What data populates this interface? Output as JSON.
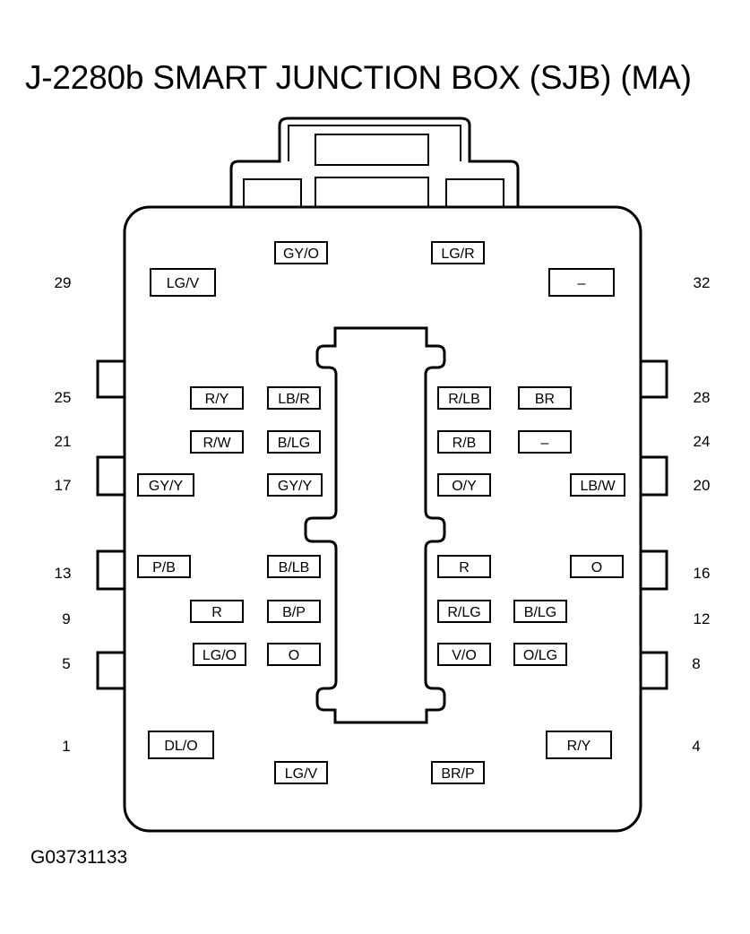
{
  "title": "J-2280b SMART JUNCTION BOX (SJB) (MA)",
  "figure_id": "G03731133",
  "pin_numbers": {
    "p29": "29",
    "p32": "32",
    "p25": "25",
    "p28": "28",
    "p21": "21",
    "p24": "24",
    "p17": "17",
    "p20": "20",
    "p13": "13",
    "p16": "16",
    "p9": "9",
    "p12": "12",
    "p5": "5",
    "p8": "8",
    "p1": "1",
    "p4": "4"
  },
  "wires": {
    "top_gyo": "GY/O",
    "top_lgr": "LG/R",
    "r29_lgv": "LG/V",
    "r32_dash": "–",
    "r25_ry": "R/Y",
    "r25_lbr": "LB/R",
    "r28_rlb": "R/LB",
    "r28_br": "BR",
    "r21_rw": "R/W",
    "r21_blg": "B/LG",
    "r24_rb": "R/B",
    "r24_dash": "–",
    "r17_gyy": "GY/Y",
    "r17_gyy2": "GY/Y",
    "r20_oy": "O/Y",
    "r20_lbw": "LB/W",
    "r13_pb": "P/B",
    "r13_blb": "B/LB",
    "r16_r": "R",
    "r16_o": "O",
    "r9_r": "R",
    "r9_bp": "B/P",
    "r12_rlg": "R/LG",
    "r12_blg": "B/LG",
    "r5_lgo": "LG/O",
    "r5_o": "O",
    "r8_vo": "V/O",
    "r8_olg": "O/LG",
    "r1_dlo": "DL/O",
    "r4_ry": "R/Y",
    "bot_lgv": "LG/V",
    "bot_brp": "BR/P"
  }
}
